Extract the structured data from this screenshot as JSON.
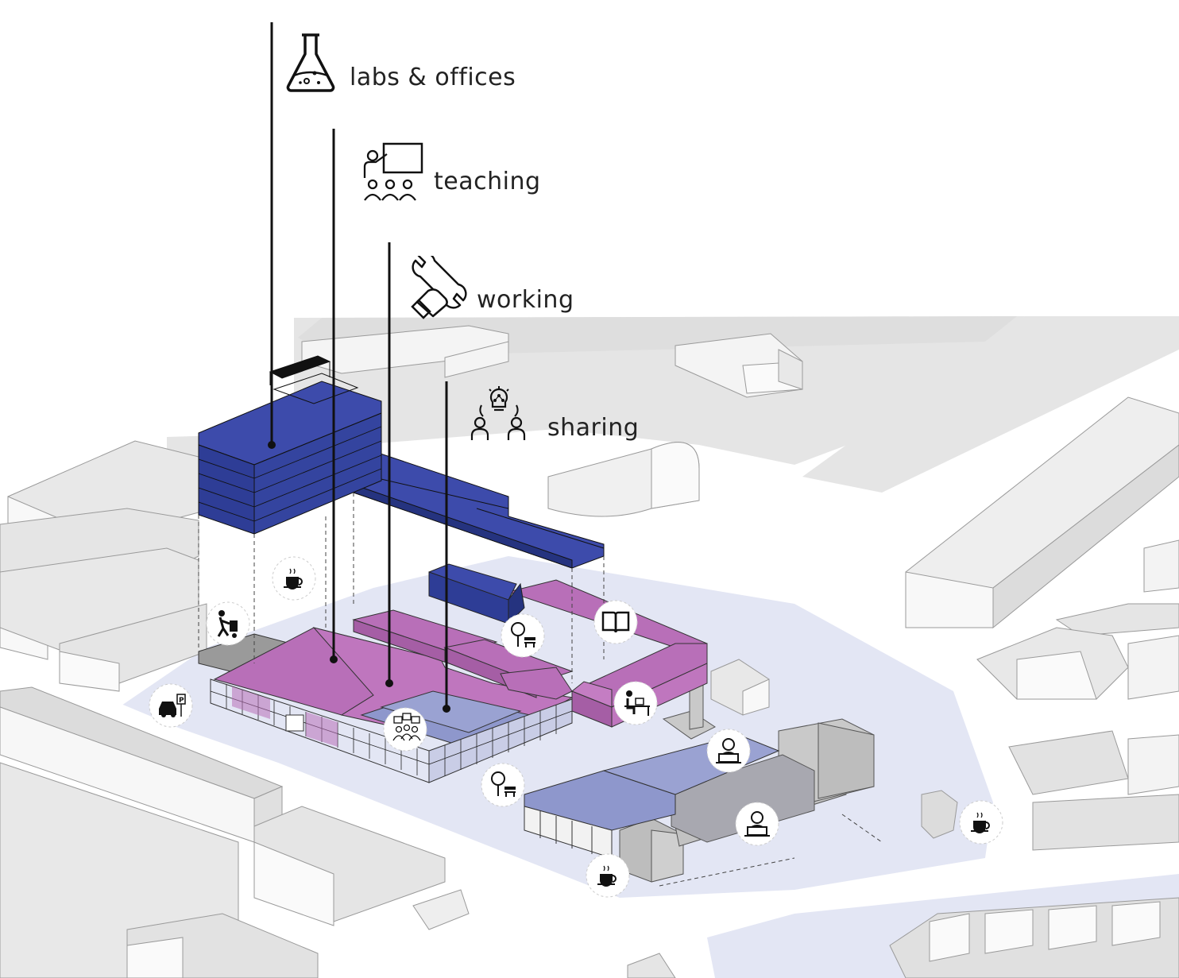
{
  "categories": [
    {
      "key": "labs",
      "label": "labs & offices",
      "icon": "flask-icon",
      "color": "#2e3d96"
    },
    {
      "key": "teaching",
      "label": "teaching",
      "icon": "teacher-board-icon",
      "color": "#b86fb8"
    },
    {
      "key": "working",
      "label": "working",
      "icon": "wrench-hand-icon",
      "color": "#b86fb8"
    },
    {
      "key": "sharing",
      "label": "sharing",
      "icon": "idea-sharing-icon",
      "color": "#8e97cc"
    }
  ],
  "amenities": [
    {
      "name": "cafe",
      "icon": "coffee-icon"
    },
    {
      "name": "delivery",
      "icon": "hand-truck-icon"
    },
    {
      "name": "parking",
      "icon": "car-parking-icon"
    },
    {
      "name": "library",
      "icon": "book-icon"
    },
    {
      "name": "park",
      "icon": "tree-bench-icon"
    },
    {
      "name": "workspace",
      "icon": "desk-worker-icon"
    },
    {
      "name": "meeting",
      "icon": "meeting-group-icon"
    },
    {
      "name": "online",
      "icon": "laptop-user-icon"
    }
  ],
  "colors": {
    "labs": "#2e3d96",
    "working": "#b86fb8",
    "sharing": "#8e97cc",
    "context": "#e2e2e2",
    "ground": "#e3e6f4"
  }
}
